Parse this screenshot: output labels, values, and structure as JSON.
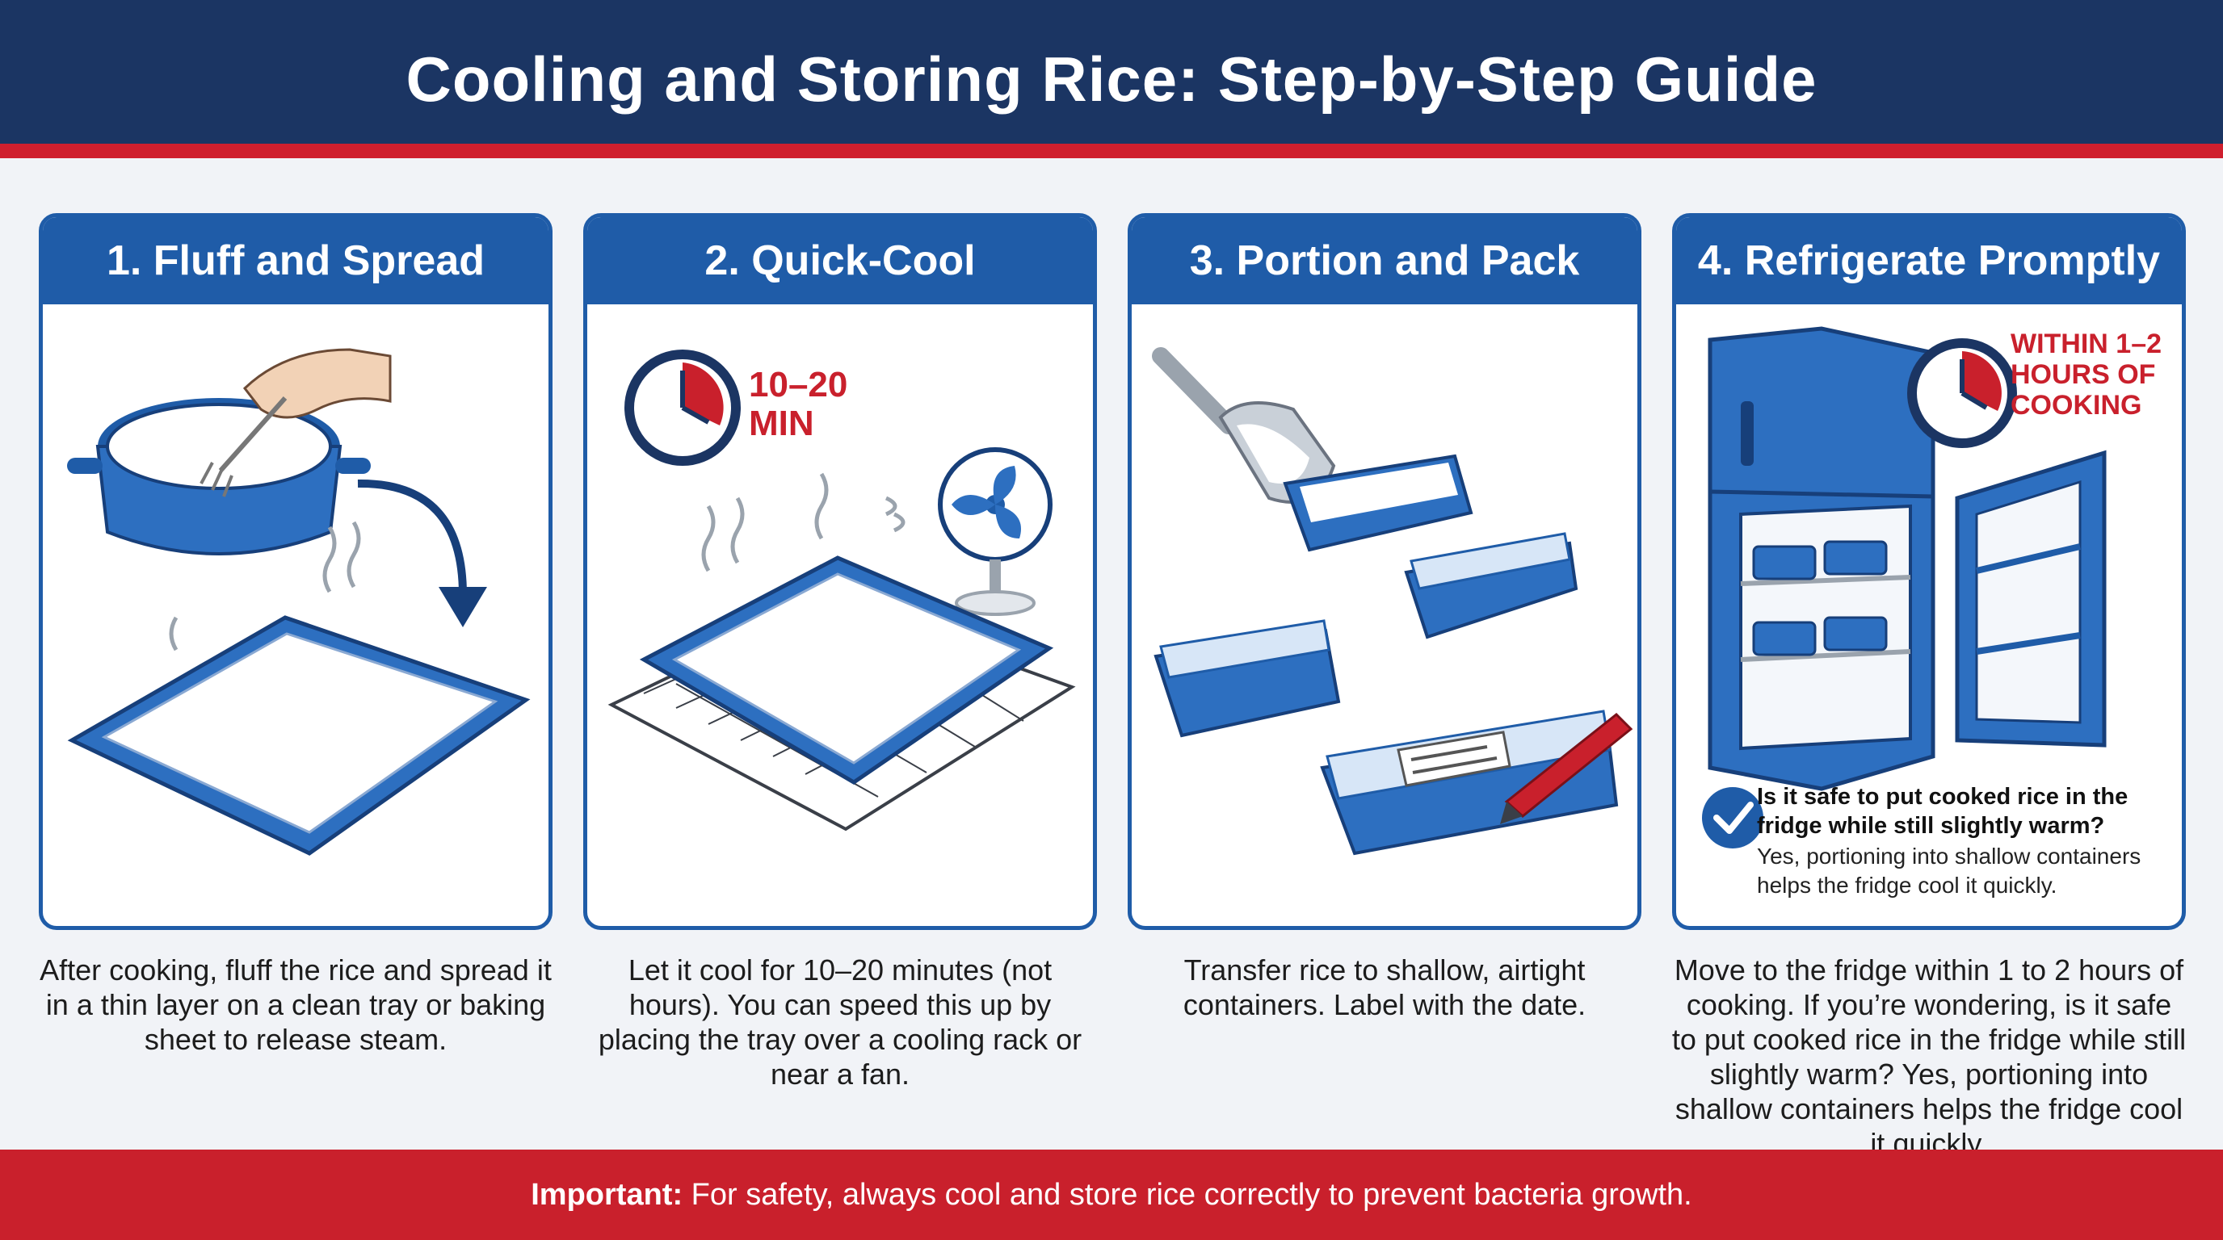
{
  "header": {
    "title": "Cooling and Storing Rice: Step-by-Step Guide"
  },
  "colors": {
    "navy": "#1b3563",
    "brand_blue": "#1f5ca8",
    "accent_red": "#c9202c",
    "background": "#f1f3f7"
  },
  "steps": [
    {
      "title": "1. Fluff and Spread",
      "illustration": [
        "pot-icon",
        "hand-with-fork-icon",
        "arrow-icon",
        "steam-icon",
        "baking-tray-icon"
      ],
      "description": "After cooking, fluff the rice and spread it in a thin layer on a clean tray or baking sheet to release steam."
    },
    {
      "title": "2. Quick-Cool",
      "timer": "10–20 MIN",
      "illustration": [
        "timer-icon",
        "fan-icon",
        "steam-icon",
        "baking-tray-icon",
        "cooling-rack-icon"
      ],
      "description": "Let it cool for 10–20 minutes (not hours). You can speed this up by placing the tray over a cooling rack or near a fan."
    },
    {
      "title": "3. Portion and Pack",
      "illustration": [
        "scoop-icon",
        "container-icon",
        "pen-icon",
        "date-label-icon"
      ],
      "description": "Transfer rice to shallow, airtight containers. Label with the date."
    },
    {
      "title": "4. Refrigerate Promptly",
      "timer": "WITHIN 1–2 HOURS OF COOKING",
      "illustration": [
        "fridge-icon",
        "timer-icon",
        "checkmark-icon"
      ],
      "faq": {
        "question": "Is it safe to put cooked rice in the fridge while still slightly warm?",
        "answer": "Yes, portioning into shallow containers helps the fridge cool it quickly."
      },
      "description": "Move to the fridge within 1 to 2 hours of cooking. If you’re wondering, is it safe to put cooked rice in the fridge while still slightly warm? Yes, portioning into shallow containers helps the fridge cool it quickly."
    }
  ],
  "footer": {
    "label": "Important:",
    "text": " For safety, always cool and store rice correctly to prevent bacteria growth."
  }
}
